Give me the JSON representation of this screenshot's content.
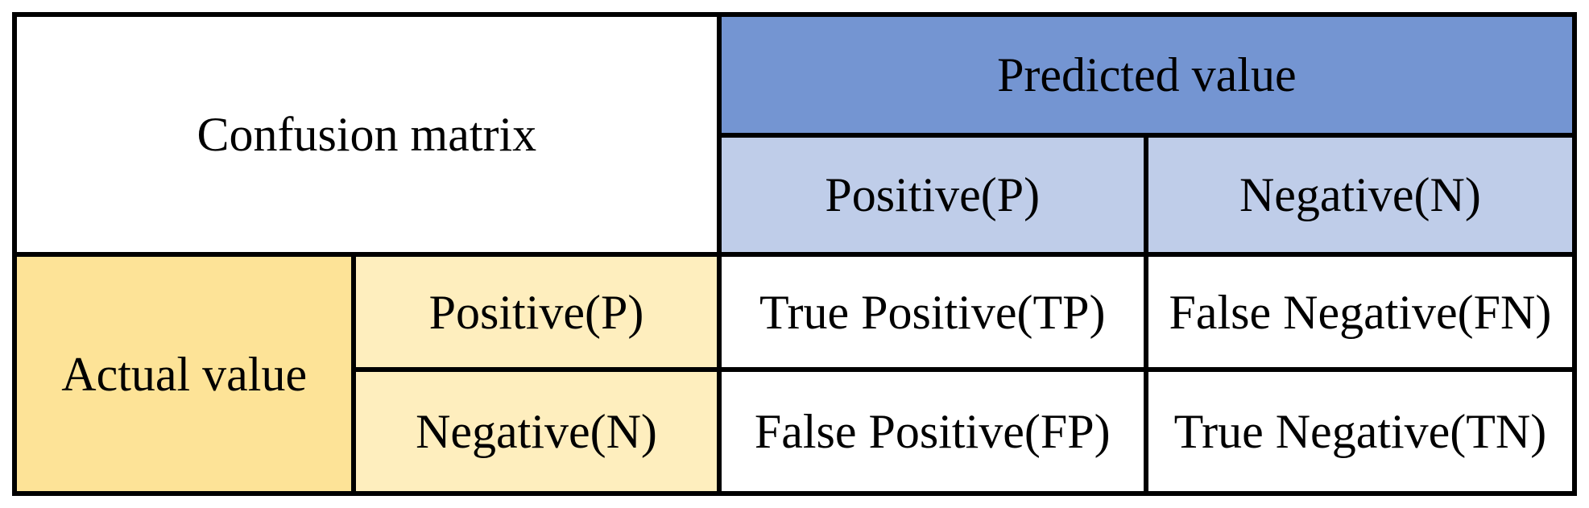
{
  "table": {
    "corner_label": "Confusion matrix",
    "predicted_header": "Predicted value",
    "predicted_cols": [
      "Positive(P)",
      "Negative(N)"
    ],
    "actual_header": "Actual value",
    "actual_rows": [
      "Positive(P)",
      "Negative(N)"
    ],
    "cells": {
      "tp": "True Positive(TP)",
      "fn": "False Negative(FN)",
      "fp": "False Positive(FP)",
      "tn": "True Negative(TN)"
    }
  },
  "chart_data": {
    "type": "table",
    "title": "Confusion matrix",
    "column_group_header": "Predicted value",
    "row_group_header": "Actual value",
    "columns": [
      "Positive(P)",
      "Negative(N)"
    ],
    "rows": [
      "Positive(P)",
      "Negative(N)"
    ],
    "values": [
      [
        "True Positive(TP)",
        "False Negative(FN)"
      ],
      [
        "False Positive(FP)",
        "True Negative(TN)"
      ]
    ]
  },
  "colors": {
    "border": "#000000",
    "text": "#000000",
    "predicted_header_bg": "#7495d2",
    "predicted_sub_bg": "#bfcde9",
    "actual_header_bg": "#fde397",
    "actual_sub_bg": "#feeebe",
    "data_cell_bg": "#ffffff"
  }
}
